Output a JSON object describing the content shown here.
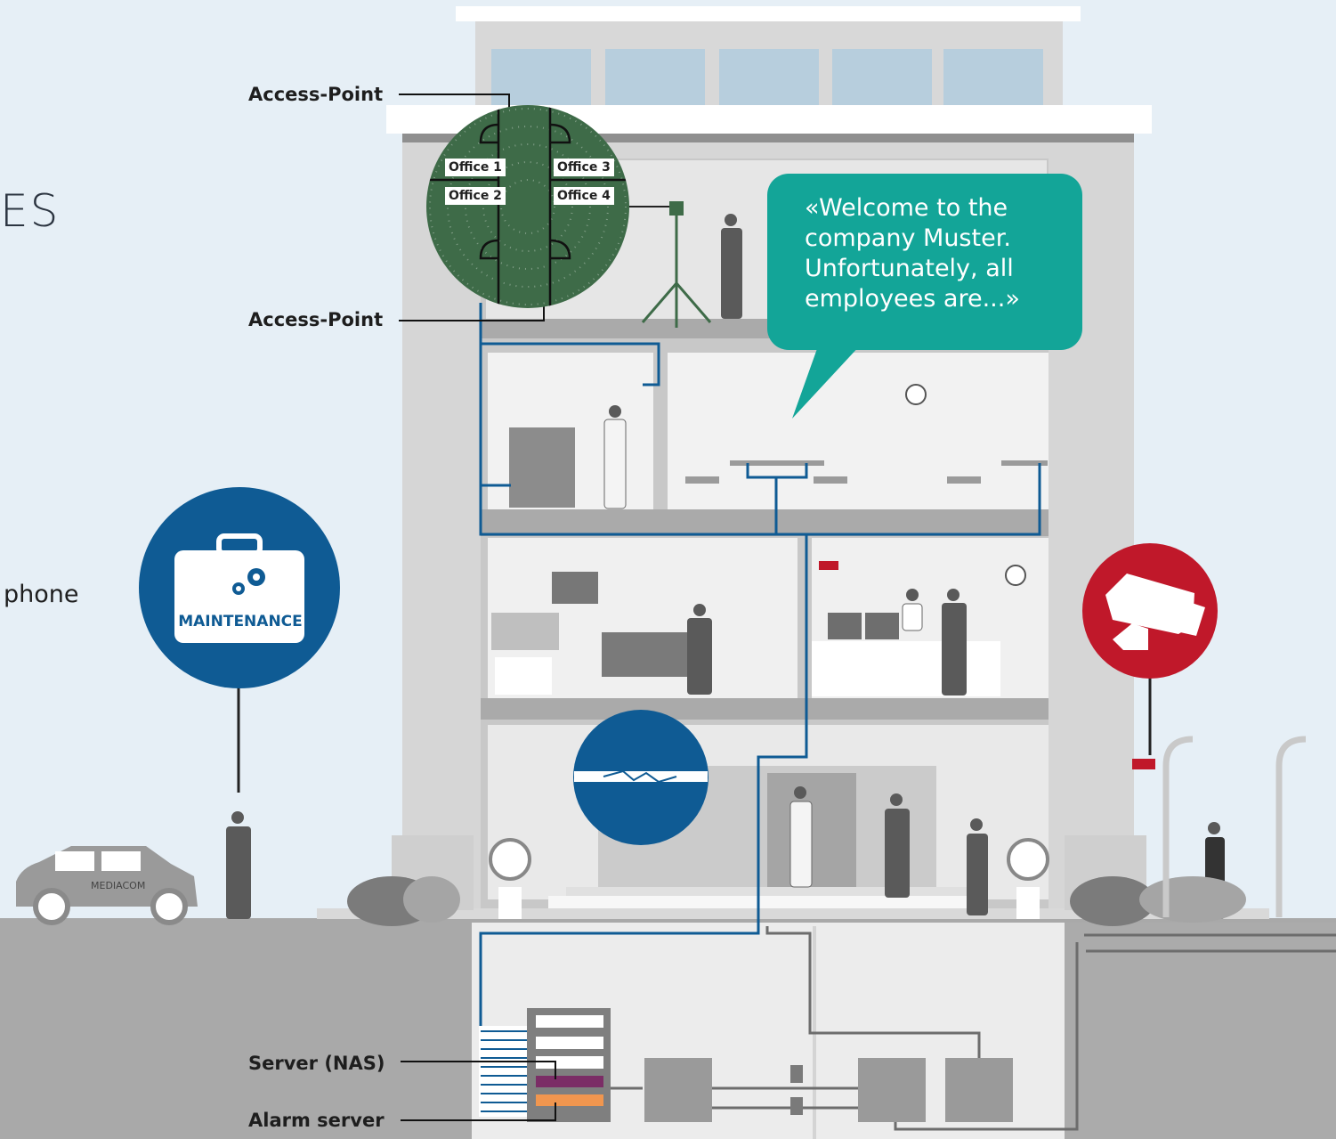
{
  "labels": {
    "access_point_top": "Access-Point",
    "access_point_bottom": "Access-Point",
    "server_nas": "Server (NAS)",
    "alarm_server": "Alarm server"
  },
  "offices": [
    "Office 1",
    "Office 2",
    "Office 3",
    "Office 4"
  ],
  "speech_bubble": {
    "lines": [
      "«Welcome to the",
      "company Muster.",
      "Unfortunately, all",
      "employees are...»"
    ]
  },
  "maintenance_badge": {
    "label": "MAINTENANCE",
    "icon": "toolbox-gears-icon"
  },
  "cut_cable_badge": {
    "icon": "cut-cable-icon"
  },
  "camera_badge": {
    "icon": "security-camera-icon"
  },
  "left_fragments": {
    "heading_tail": "ES",
    "phone_tail": "phone"
  },
  "car_logo": "MEDIACOM",
  "colors": {
    "background": "#e6eff6",
    "network_cable": "#0f5b94",
    "bubble": "#13a598",
    "maintenance_badge": "#0f5b94",
    "camera_badge": "#c0182a",
    "access_point_map": "#3e6b48",
    "nas_drive": "#7b2d66",
    "alarm_drive": "#f0964f"
  }
}
